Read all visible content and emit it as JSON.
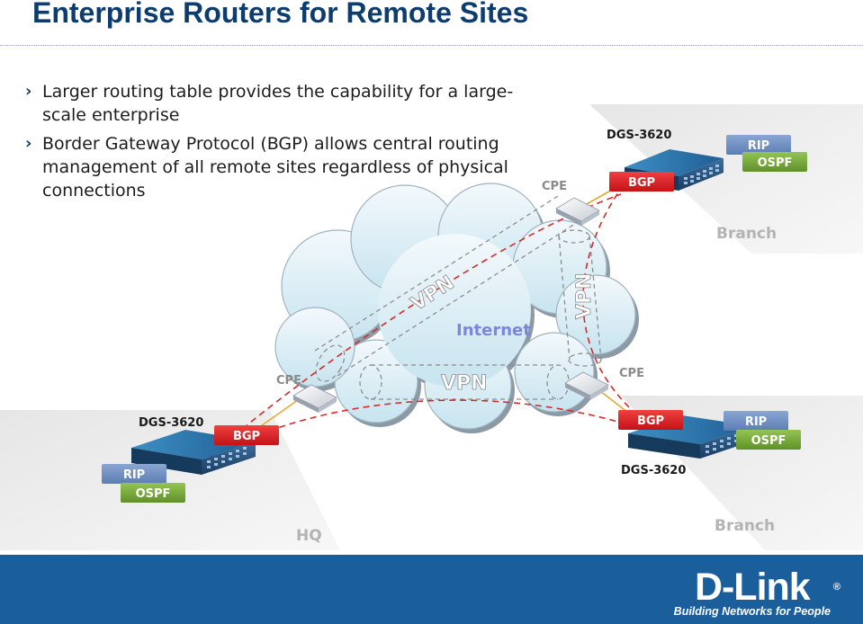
{
  "slide": {
    "title": "Enterprise Routers for Remote Sites",
    "bullets": [
      "Larger routing table provides the capability for a large-scale enterprise",
      "Border Gateway Protocol (BGP) allows central routing management of all remote sites regardless of physical connections"
    ]
  },
  "diagram": {
    "cloud_label": "Internet",
    "sites": {
      "top_branch": {
        "label": "Branch",
        "device": "DGS-3620",
        "cpe": "CPE",
        "protocols": [
          "BGP",
          "RIP",
          "OSPF"
        ]
      },
      "bottom_branch": {
        "label": "Branch",
        "device": "DGS-3620",
        "cpe": "CPE",
        "protocols": [
          "BGP",
          "RIP",
          "OSPF"
        ]
      },
      "hq": {
        "label": "HQ",
        "device": "DGS-3620",
        "cpe": "CPE",
        "protocols": [
          "BGP",
          "RIP",
          "OSPF"
        ]
      }
    },
    "vpn_tunnels": [
      "VPN",
      "VPN",
      "VPN"
    ],
    "colors": {
      "bgp": "#e02028",
      "rip": "#6f8fbf",
      "ospf": "#7aaa3c",
      "vpn_line": "#d52a2a",
      "internet_text": "#7b86e0",
      "site_label": "#b3b3b3"
    }
  },
  "footer": {
    "logo": "D-Link",
    "tagline": "Building Networks for People"
  }
}
